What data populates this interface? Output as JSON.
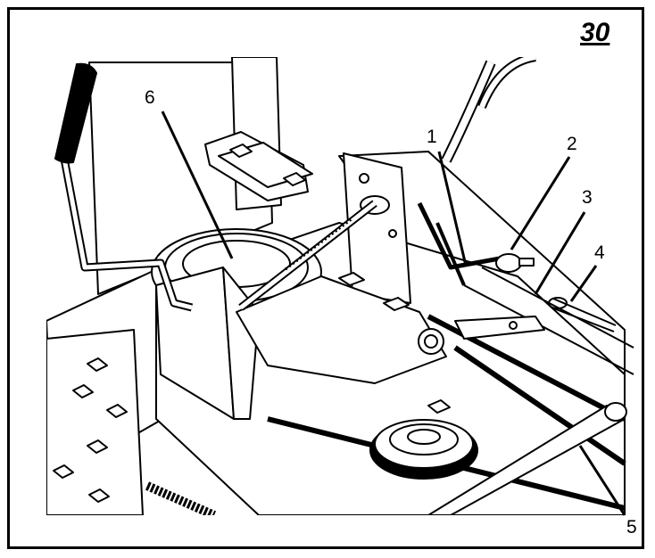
{
  "figure": {
    "number": "30"
  },
  "callouts": [
    "1",
    "2",
    "3",
    "4",
    "5",
    "6"
  ],
  "colors": {
    "ink": "#000000",
    "paper": "#ffffff"
  }
}
